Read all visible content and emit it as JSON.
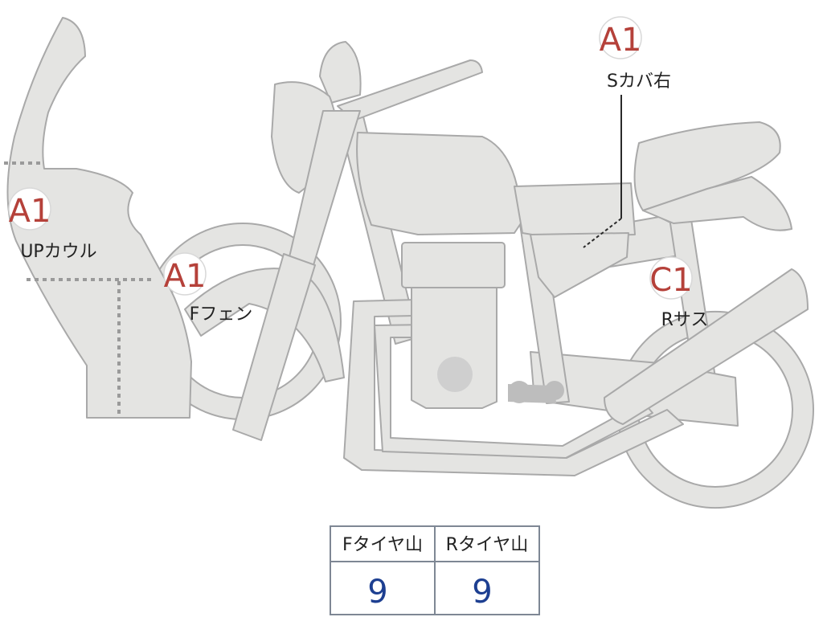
{
  "callouts": [
    {
      "id": "up-cowl",
      "grade": "A1",
      "label": "UPカウル"
    },
    {
      "id": "f-fender",
      "grade": "A1",
      "label": "Fフェン"
    },
    {
      "id": "s-cover-r",
      "grade": "A1",
      "label": "Sカバ右"
    },
    {
      "id": "r-sus",
      "grade": "C1",
      "label": "Rサス"
    }
  ],
  "tire_table": {
    "headers": [
      "Fタイヤ山",
      "Rタイヤ山"
    ],
    "values": [
      "9",
      "9"
    ]
  },
  "colors": {
    "part_fill": "#e4e4e2",
    "part_stroke": "#a9a9a9",
    "grade_text": "#b5413a",
    "value_text": "#1d3f91",
    "table_border": "#7e8794"
  }
}
